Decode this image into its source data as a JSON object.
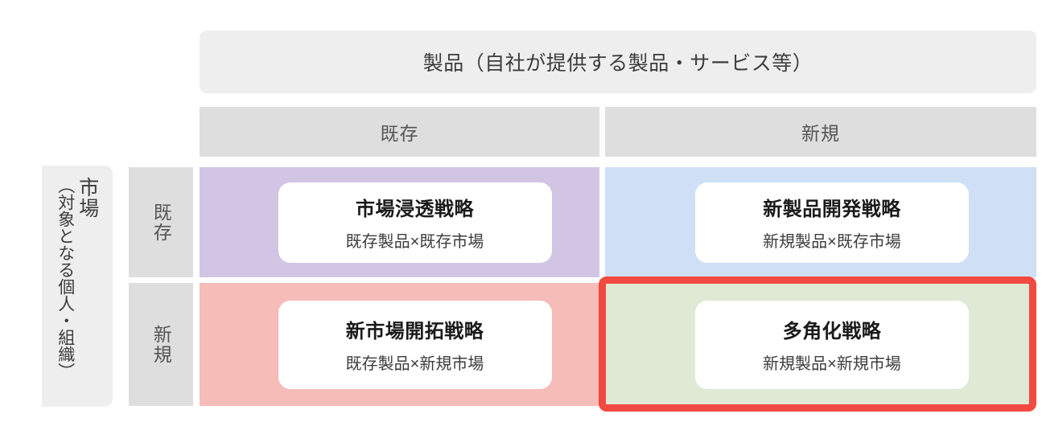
{
  "diagram": {
    "type": "ansoff-matrix",
    "column_axis": {
      "title": "製品（自社が提供する製品・サービス等）",
      "headers": [
        "既存",
        "新規"
      ]
    },
    "row_axis": {
      "title_main": "市場",
      "title_sub": "（対象となる個人・組織）",
      "headers": [
        "既存",
        "新規"
      ]
    },
    "cells": [
      {
        "id": "market-penetration",
        "title": "市場浸透戦略",
        "subtitle": "既存製品×既存市場",
        "fill": "#d2c5e4",
        "highlighted": false
      },
      {
        "id": "product-development",
        "title": "新製品開発戦略",
        "subtitle": "新規製品×既存市場",
        "fill": "#cfdff5",
        "highlighted": false
      },
      {
        "id": "market-development",
        "title": "新市場開拓戦略",
        "subtitle": "既存製品×新規市場",
        "fill": "#f5bcb8",
        "highlighted": false
      },
      {
        "id": "diversification",
        "title": "多角化戦略",
        "subtitle": "新規製品×新規市場",
        "fill": "#dfe9d4",
        "highlighted": true
      }
    ],
    "colors": {
      "header_panel": "#eeeeee",
      "axis_header": "#dedede",
      "highlight_border": "#f24940",
      "card_background": "#ffffff",
      "title_text": "#1a1a1a",
      "subtitle_text": "#3c3c3c",
      "axis_text": "#555555"
    }
  }
}
